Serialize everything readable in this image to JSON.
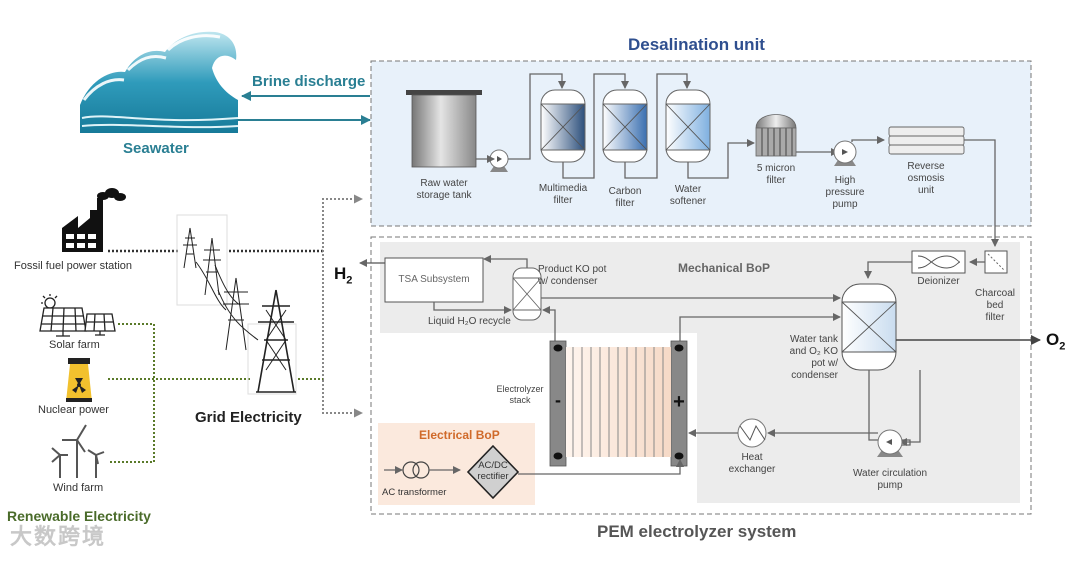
{
  "titles": {
    "desalination_unit": "Desalination unit",
    "pem_system": "PEM electrolyzer system",
    "mechanical_bop": "Mechanical BoP",
    "electrical_bop": "Electrical BoP",
    "grid_electricity": "Grid Electricity",
    "renewable_electricity": "Renewable Electricity"
  },
  "seawater": {
    "label": "Seawater",
    "brine_discharge": "Brine discharge"
  },
  "desalination_components": {
    "raw_tank": [
      "Raw water",
      "storage tank"
    ],
    "multimedia": [
      "Multimedia",
      "filter"
    ],
    "carbon": [
      "Carbon",
      "filter"
    ],
    "softener": [
      "Water",
      "softener"
    ],
    "micron": [
      "5 micron",
      "filter"
    ],
    "hp_pump": [
      "High",
      "pressure",
      "pump"
    ],
    "ro": [
      "Reverse",
      "osmosis",
      "unit"
    ]
  },
  "power_sources": {
    "fossil": "Fossil fuel power station",
    "solar": "Solar farm",
    "nuclear": "Nuclear power",
    "wind": "Wind farm"
  },
  "pem_components": {
    "tsa": "TSA Subsystem",
    "product_ko": [
      "Product KO pot",
      "w/ condenser"
    ],
    "liquid_recycle": "Liquid H₂O recycle",
    "deionizer": "Deionizer",
    "charcoal": [
      "Charcoal",
      "bed",
      "filter"
    ],
    "water_tank": [
      "Water tank",
      "and O₂ KO",
      "pot w/",
      "condenser"
    ],
    "stack": [
      "Electrolyzer",
      "stack"
    ],
    "stack_minus": "-",
    "stack_plus": "+",
    "heat_exchanger": [
      "Heat",
      "exchanger"
    ],
    "circ_pump": [
      "Water circulation",
      "pump"
    ],
    "ac_transformer": "AC transformer",
    "rectifier": [
      "AC/DC",
      "rectifier"
    ]
  },
  "outputs": {
    "h2": "H",
    "h2_sub": "2",
    "o2": "O",
    "o2_sub": "2"
  },
  "watermark": "大数跨境",
  "colors": {
    "desal_bg": "#e8f1fa",
    "mech_bg": "#ececec",
    "elec_bg": "#fbe9dd",
    "line": "#666666",
    "green_line": "#5a7a2a",
    "teal": "#2a7f93"
  }
}
